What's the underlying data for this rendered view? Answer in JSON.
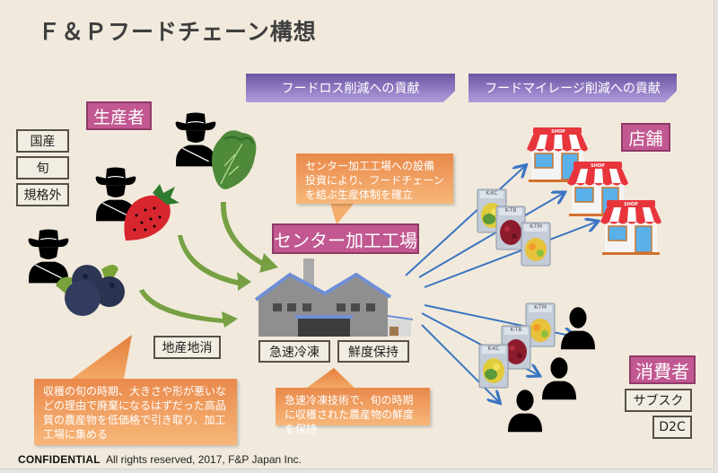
{
  "title": "Ｆ＆Ｐフードチェーン構想",
  "banners": [
    {
      "label": "フードロス削減への貢献"
    },
    {
      "label": "フードマイレージ削減への貢献"
    }
  ],
  "producers": {
    "label": "生産者",
    "tags": [
      "国産",
      "旬",
      "規格外"
    ]
  },
  "local_tag": "地産地消",
  "callout_producers": "収穫の旬の時期、大きさや形が悪いなどの理由で廃棄になるはずだった高品質の農産物を低価格で引き取り、加工工場に集める",
  "callout_center": "センター加工工場への設備投資により、フードチェーンを結ぶ生産体制を確立",
  "center": {
    "label": "センター加工工場",
    "tags": [
      "急速冷凍",
      "鮮度保持"
    ]
  },
  "callout_freeze": "急速冷凍技術で、旬の時期に収穫された農産物の鮮度を保持",
  "stores": {
    "label": "店舗",
    "shop_sign": "SHOP"
  },
  "package_labels": [
    "K-KC",
    "K-TB",
    "K-TM"
  ],
  "consumers": {
    "label": "消費者",
    "tags": [
      "サブスク",
      "D2C"
    ]
  },
  "footer": {
    "confidential": "CONFIDENTIAL",
    "rights": "All rights reserved, 2017, F&P Japan Inc."
  },
  "colors": {
    "background": "#f1eadc",
    "banner_top": "#6c55a4",
    "banner_bottom": "#b09ddc",
    "label_pink": "#c25891",
    "callout_orange": "#f0a060",
    "arrow_green": "#76a043",
    "arrow_blue": "#3b74c2"
  }
}
